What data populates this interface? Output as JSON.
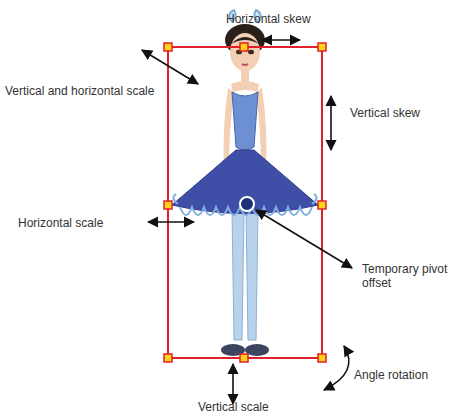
{
  "diagram": {
    "labels": [
      "Horizontal skew",
      "Vertical and horizontal scale",
      "Vertical skew",
      "Horizontal scale",
      "Temporary pivot offset",
      "Vertical scale",
      "Angle rotation"
    ]
  }
}
